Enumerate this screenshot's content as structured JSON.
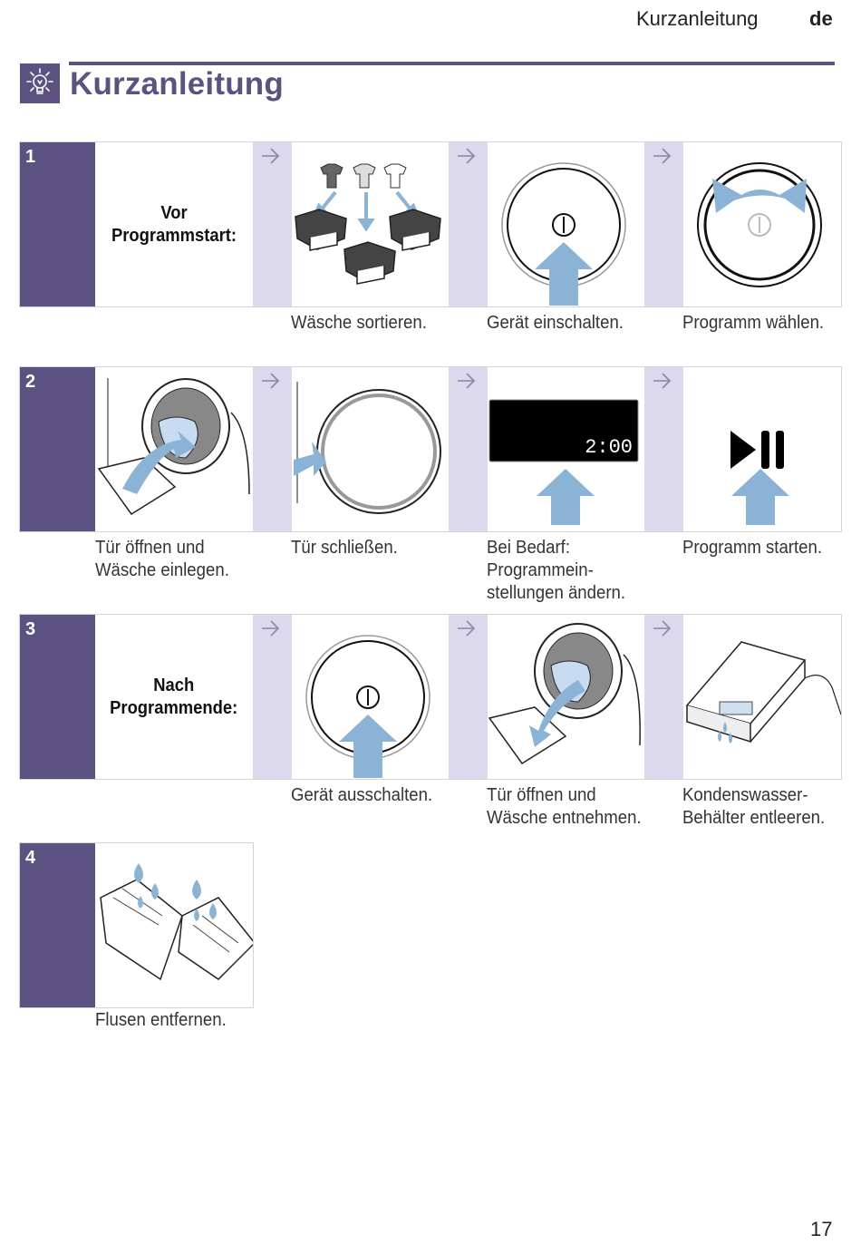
{
  "header": {
    "title": "Kurzanleitung",
    "lang": "de"
  },
  "page": {
    "title": "Kurzanleitung",
    "number": "17"
  },
  "icon": "lightbulb-icon",
  "colors": {
    "accent": "#5b5282",
    "arrow_panel": "#dcd9ee",
    "illustration_blue": "#8ab3d6"
  },
  "steps": [
    {
      "num": "1",
      "label": "Vor\nProgrammstart:",
      "captions": [
        "Wäsche sortieren.",
        "Gerät einschalten.",
        "Programm wählen."
      ]
    },
    {
      "num": "2",
      "captions": [
        "Tür öffnen und\nWäsche einlegen.",
        "Tür schließen.",
        "Bei Bedarf:\nProgrammein-\nstellungen ändern.",
        "Programm starten."
      ],
      "display_time": "2:00"
    },
    {
      "num": "3",
      "label": "Nach\nProgrammende:",
      "captions": [
        "Gerät ausschalten.",
        "Tür öffnen und\nWäsche entnehmen.",
        "Kondenswasser-\nBehälter entleeren."
      ]
    },
    {
      "num": "4",
      "captions": [
        "Flusen entfernen."
      ]
    }
  ]
}
